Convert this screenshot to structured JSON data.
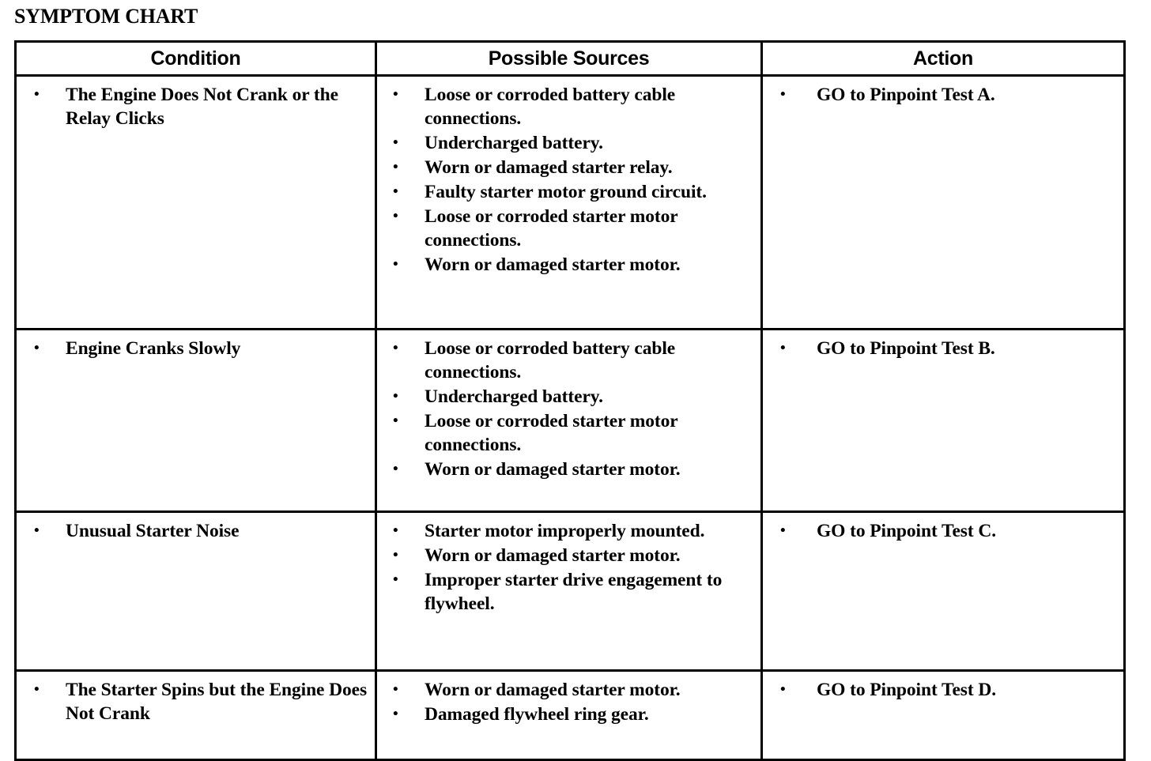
{
  "document": {
    "title": "SYMPTOM CHART"
  },
  "table": {
    "columns": [
      {
        "key": "condition",
        "label": "Condition"
      },
      {
        "key": "sources",
        "label": "Possible Sources"
      },
      {
        "key": "action",
        "label": "Action"
      }
    ],
    "bullet_glyph": "•",
    "rows": [
      {
        "condition": [
          "The Engine Does Not Crank or the Relay Clicks"
        ],
        "sources": [
          "Loose or corroded battery cable connections.",
          "Undercharged battery.",
          "Worn or damaged starter relay.",
          "Faulty starter motor ground circuit.",
          "Loose or corroded starter motor connections.",
          "Worn or damaged starter motor."
        ],
        "action": [
          "GO to Pinpoint Test A."
        ]
      },
      {
        "condition": [
          "Engine Cranks Slowly"
        ],
        "sources": [
          "Loose or corroded battery cable connections.",
          "Undercharged battery.",
          "Loose or corroded starter motor connections.",
          "Worn or damaged starter motor."
        ],
        "action": [
          "GO to Pinpoint Test B."
        ]
      },
      {
        "condition": [
          "Unusual Starter Noise"
        ],
        "sources": [
          "Starter motor improperly mounted.",
          "Worn or damaged starter motor.",
          "Improper starter drive engagement to flywheel."
        ],
        "action": [
          "GO to Pinpoint Test C."
        ]
      },
      {
        "condition": [
          "The Starter Spins but the Engine Does Not Crank"
        ],
        "sources": [
          "Worn or damaged starter motor.",
          "Damaged flywheel ring gear."
        ],
        "action": [
          "GO to Pinpoint Test D."
        ]
      }
    ]
  },
  "colors": {
    "ink": "#000000",
    "paper": "#ffffff"
  }
}
